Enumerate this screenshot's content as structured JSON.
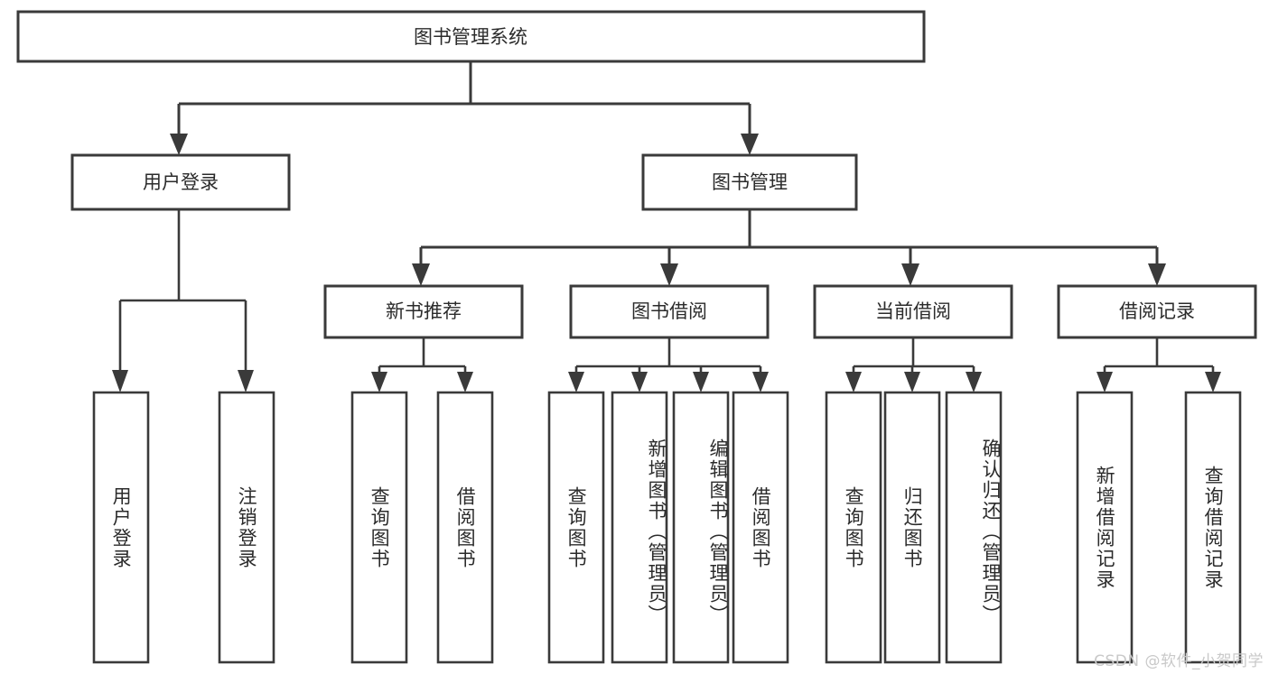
{
  "diagram": {
    "type": "hierarchy-tree",
    "title": "图书管理系统",
    "watermark": "CSDN @软件_小贺同学",
    "colors": {
      "background": "#ffffff",
      "box_fill": "#ffffff",
      "box_stroke": "#3a3a3a",
      "text": "#2b2b2b",
      "watermark": "#c9c9c9"
    },
    "levels": {
      "level1": [
        {
          "id": "user-login",
          "label": "用户登录"
        },
        {
          "id": "book-manage",
          "label": "图书管理"
        }
      ],
      "level2": [
        {
          "id": "new-book-recommend",
          "label": "新书推荐",
          "parent": "book-manage"
        },
        {
          "id": "book-borrow",
          "label": "图书借阅",
          "parent": "book-manage"
        },
        {
          "id": "current-borrow",
          "label": "当前借阅",
          "parent": "book-manage"
        },
        {
          "id": "borrow-record",
          "label": "借阅记录",
          "parent": "book-manage"
        }
      ],
      "leaves": {
        "user-login": [
          {
            "id": "leaf-user-login",
            "label": "用户登录"
          },
          {
            "id": "leaf-logout",
            "label": "注销登录"
          }
        ],
        "new-book-recommend": [
          {
            "id": "leaf-query-book-1",
            "label": "查询图书"
          },
          {
            "id": "leaf-borrow-book-1",
            "label": "借阅图书"
          }
        ],
        "book-borrow": [
          {
            "id": "leaf-query-book-2",
            "label": "查询图书"
          },
          {
            "id": "leaf-add-book",
            "label": "新增图书（管理员）"
          },
          {
            "id": "leaf-edit-book",
            "label": "编辑图书（管理员）"
          },
          {
            "id": "leaf-borrow-book-2",
            "label": "借阅图书"
          }
        ],
        "current-borrow": [
          {
            "id": "leaf-query-book-3",
            "label": "查询图书"
          },
          {
            "id": "leaf-return-book",
            "label": "归还图书"
          },
          {
            "id": "leaf-confirm-return",
            "label": "确认归还（管理员）"
          }
        ],
        "borrow-record": [
          {
            "id": "leaf-add-record",
            "label": "新增借阅记录"
          },
          {
            "id": "leaf-query-record",
            "label": "查询借阅记录"
          }
        ]
      }
    }
  }
}
